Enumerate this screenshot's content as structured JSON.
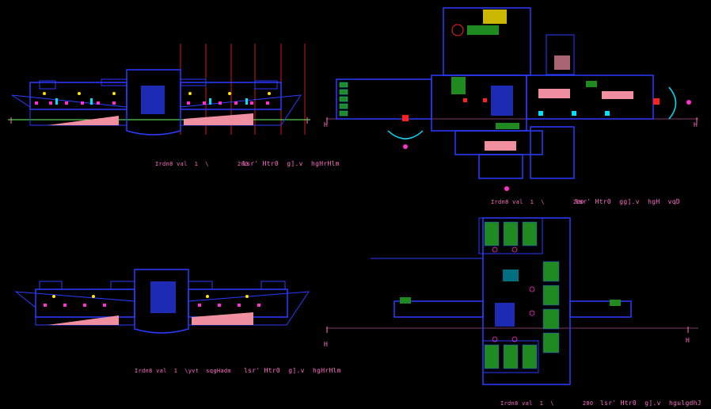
{
  "drawing": {
    "background": "#000000",
    "colors": {
      "wall": "#2a3cff",
      "wall_light": "#3b5bff",
      "fill_pink": "#f08fa0",
      "fill_green": "#1f8a1f",
      "accent_red": "#ff2020",
      "accent_magenta": "#ff2fd0",
      "cyan": "#00e0ff",
      "yellow": "#ffe600",
      "gridline": "#66ff66",
      "label": "#ff6fc8"
    },
    "views": [
      {
        "id": "elevation-top",
        "scale_text": "Irdn8 val  1  \\        200",
        "title_text": "lsr' Htr0  g].v  hgHrHlm"
      },
      {
        "id": "plan-main",
        "scale_text": "Irdn8 val  1  \\        200",
        "title_text": "lsr' Htr0  gg].v  hgH  vqD"
      },
      {
        "id": "elevation-bottom",
        "scale_text": "Irdn8 val  1  \\yvt  sqgHadm",
        "title_text": "lsr' Htr0  g].v  hgHrHlm"
      },
      {
        "id": "plan-lower",
        "scale_text": "Irdn8 val  1  \\        200",
        "title_text": "lsr' Htr0  g].v  hgulgdhJ"
      }
    ],
    "section_marks": {
      "left": "H",
      "right": "H"
    }
  }
}
